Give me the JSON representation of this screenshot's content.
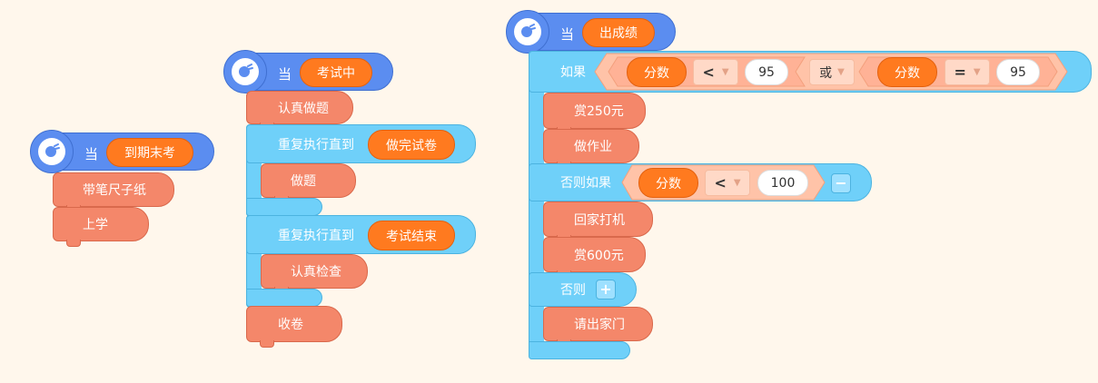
{
  "hat_prefix": "当",
  "script1": {
    "event": "到期末考",
    "blocks": [
      "带笔尺子纸",
      "上学"
    ]
  },
  "script2": {
    "event": "考试中",
    "first": "认真做题",
    "loop1_label": "重复执行直到",
    "loop1_cond": "做完试卷",
    "loop1_body": "做题",
    "loop2_label": "重复执行直到",
    "loop2_cond": "考试结束",
    "loop2_body": "认真检查",
    "last": "收卷"
  },
  "script3": {
    "event": "出成绩",
    "if_label": "如果",
    "cond1_var": "分数",
    "cond1_op": "<",
    "cond1_val": "95",
    "or_label": "或",
    "cond2_var": "分数",
    "cond2_op": "=",
    "cond2_val": "95",
    "if_body": [
      "赏250元",
      "做作业"
    ],
    "elseif_label": "否则如果",
    "cond3_var": "分数",
    "cond3_op": "<",
    "cond3_val": "100",
    "minus": "−",
    "elseif_body": [
      "回家打机",
      "赏600元"
    ],
    "else_label": "否则",
    "plus": "+",
    "else_body": [
      "请出家门"
    ]
  },
  "colors": {
    "event_hat": "#5b8df0",
    "event_pill": "#ff7a1f",
    "statement": "#f4876a",
    "control": "#6fd0f9",
    "condition": "#ffc3a8",
    "background": "#fff7ec"
  }
}
